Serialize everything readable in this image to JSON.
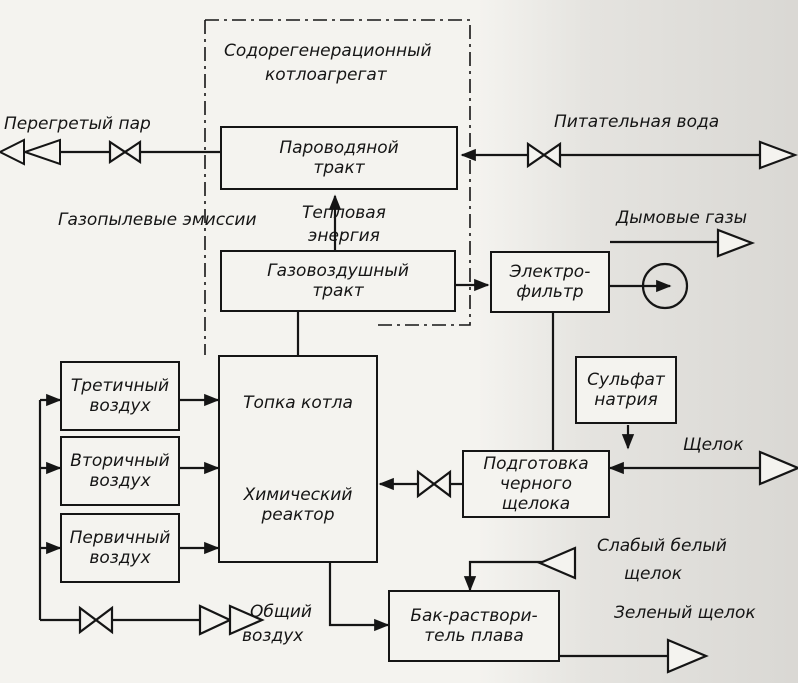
{
  "diagram": {
    "boundary": {
      "title_line1": "Содорегенерационный",
      "title_line2": "котлоагрегат"
    },
    "boxes": {
      "steam_water": "Пароводяной\nтракт",
      "gas_air": "Газовоздушный\nтракт",
      "furnace_title": "Топка котла",
      "furnace_reactor": "Химический\nреактор",
      "tertiary_air": "Третичный\nвоздух",
      "secondary_air": "Вторичный\nвоздух",
      "primary_air": "Первичный\nвоздух",
      "precipitator": "Электро-\nфильтр",
      "sodium_sulfate": "Сульфат\nнатрия",
      "black_liquor_prep": "Подготовка\nчерного щелока",
      "dissolving_tank": "Бак-раствори-\nтель плава"
    },
    "labels": {
      "superheated_steam": "Перегретый пар",
      "feed_water": "Питательная вода",
      "dust_emissions": "Газопылевые эмиссии",
      "thermal_energy_1": "Тепловая",
      "thermal_energy_2": "энергия",
      "flue_gases": "Дымовые газы",
      "liquor": "Щелок",
      "weak_white_liquor_1": "Слабый белый",
      "weak_white_liquor_2": "щелок",
      "green_liquor": "Зеленый щелок",
      "total_air_1": "Общий",
      "total_air_2": "воздух"
    }
  }
}
